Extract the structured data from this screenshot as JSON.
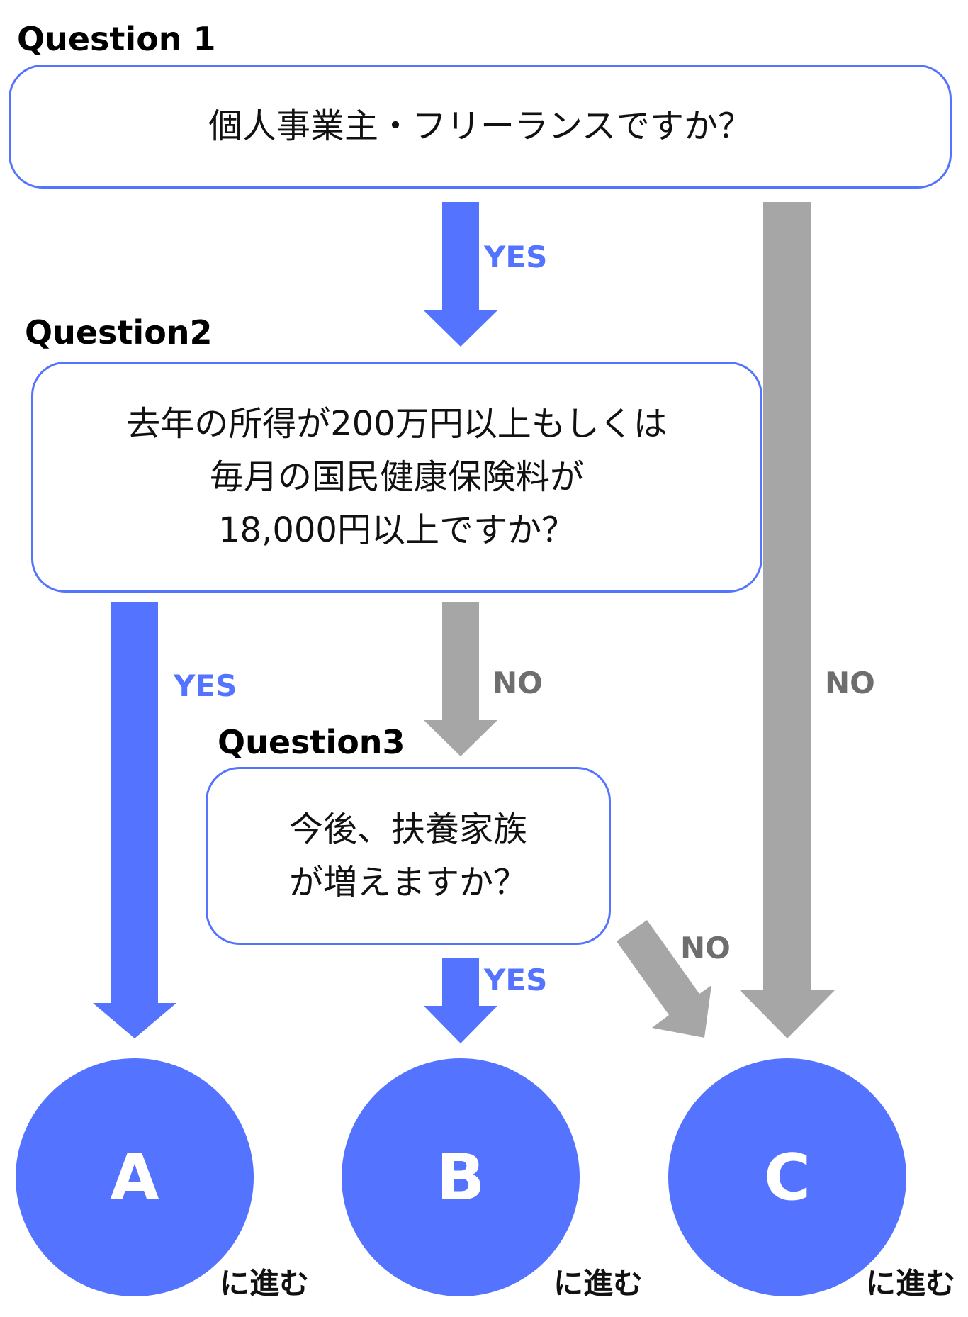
{
  "colors": {
    "accent": "#5473ff",
    "gray": "#a6a6a6",
    "no_text": "#6e6e6e"
  },
  "q1": {
    "label": "Question 1",
    "text": "個人事業主・フリーランスですか？"
  },
  "q2": {
    "label": "Question2",
    "lines": [
      "去年の所得が200万円以上もしくは",
      "毎月の国民健康保険料が",
      "18,000円以上ですか？"
    ]
  },
  "q3": {
    "label": "Question3",
    "lines": [
      "今後、扶養家族",
      "が増えますか？"
    ]
  },
  "edges": {
    "q1_yes": "YES",
    "q1_no": "NO",
    "q2_yes": "YES",
    "q2_no": "NO",
    "q3_yes": "YES",
    "q3_no": "NO"
  },
  "results": [
    {
      "letter": "A",
      "suffix": "に進む"
    },
    {
      "letter": "B",
      "suffix": "に進む"
    },
    {
      "letter": "C",
      "suffix": "に進む"
    }
  ]
}
